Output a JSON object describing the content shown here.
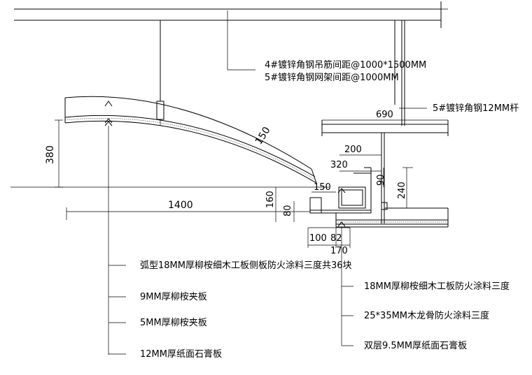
{
  "dimensions": {
    "d380": "380",
    "d1400": "1400",
    "d150_arc": "150",
    "d690": "690",
    "d200": "200",
    "d320": "320",
    "d90": "90",
    "d240": "240",
    "d150": "150",
    "d160": "160",
    "d80": "80",
    "d100": "100",
    "d82": "82",
    "d170": "170"
  },
  "notes": {
    "hanger_1": "4#镀锌角钢吊筋间距@1000*1500MM",
    "hanger_2": "5#镀锌角钢网架间距@1000MM",
    "rod": "5#镀锌角钢12MM杆",
    "left_1": "弧型18MM厚柳桉细木工板侧板防火涂料三度共36块",
    "left_2": "9MM厚柳桉夹板",
    "left_3": "5MM厚柳桉夹板",
    "left_4": "12MM厚纸面石膏板",
    "right_1": "18MM厚柳桉细木工板防火涂料三度",
    "right_2": "25*35MM木龙骨防火涂料三度",
    "right_3": "双层9.5MM厚纸面石膏板"
  }
}
